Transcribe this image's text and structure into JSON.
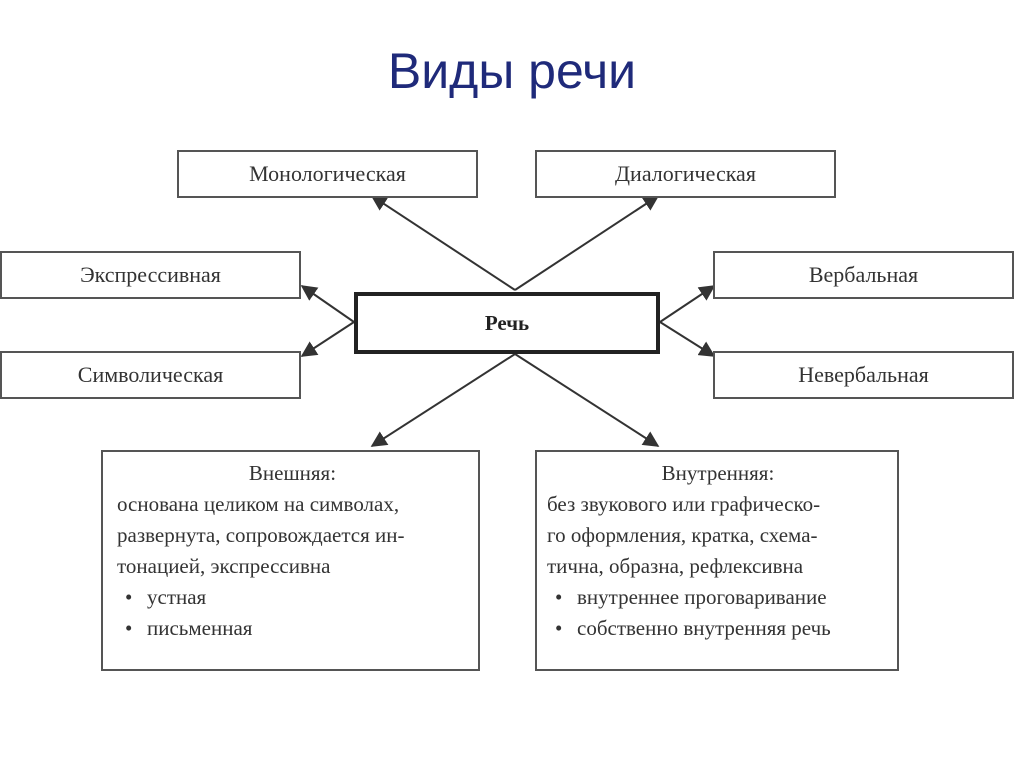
{
  "title": "Виды речи",
  "center": "Речь",
  "top_left": "Монологическая",
  "top_right": "Диалогическая",
  "left_upper": "Экспрессивная",
  "left_lower": "Символическая",
  "right_upper": "Вербальная",
  "right_lower": "Невербальная",
  "external": {
    "heading": "Внешняя:",
    "lines": [
      "основана целиком на символах,",
      "развернута, сопровождается ин-",
      "тонацией, экспрессивна"
    ],
    "bullets": [
      "устная",
      "письменная"
    ]
  },
  "internal": {
    "heading": "Внутренняя:",
    "lines": [
      "без звукового или графическо-",
      "го оформления, кратка, схема-",
      "тична, образна, рефлексивна"
    ],
    "bullets": [
      "внутреннее проговаривание",
      "собственно внутренняя речь"
    ]
  },
  "colors": {
    "title": "#1f2a7a",
    "border": "#555555",
    "text": "#333333"
  }
}
